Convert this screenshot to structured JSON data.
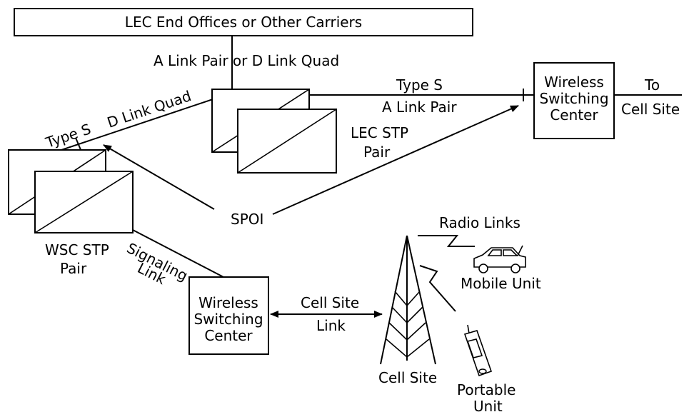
{
  "labels": {
    "lec_end_offices": "LEC End Offices or Other Carriers",
    "a_link_pair_or_d_link_quad": "A Link Pair or D Link Quad",
    "type_s_top": "Type S",
    "a_link_pair": "A Link Pair",
    "type_s_d_link_quad_type": "Type S",
    "type_s_d_link_quad_d": "D Link Quad",
    "wireless_switching_center_top": [
      "Wireless",
      "Switching",
      "Center"
    ],
    "to": "To",
    "cell_site_right": "Cell Site",
    "lec_stp_pair": [
      "LEC STP",
      "Pair"
    ],
    "spoi": "SPOI",
    "wsc_stp_pair": [
      "WSC STP",
      "Pair"
    ],
    "signaling_link": [
      "Signaling",
      "Link"
    ],
    "wireless_switching_center_bottom": [
      "Wireless",
      "Switching",
      "Center"
    ],
    "cell_site_link": [
      "Cell Site",
      "Link"
    ],
    "radio_links": "Radio Links",
    "mobile_unit": "Mobile Unit",
    "cell_site_bottom": "Cell Site",
    "portable_unit": [
      "Portable",
      "Unit"
    ]
  }
}
